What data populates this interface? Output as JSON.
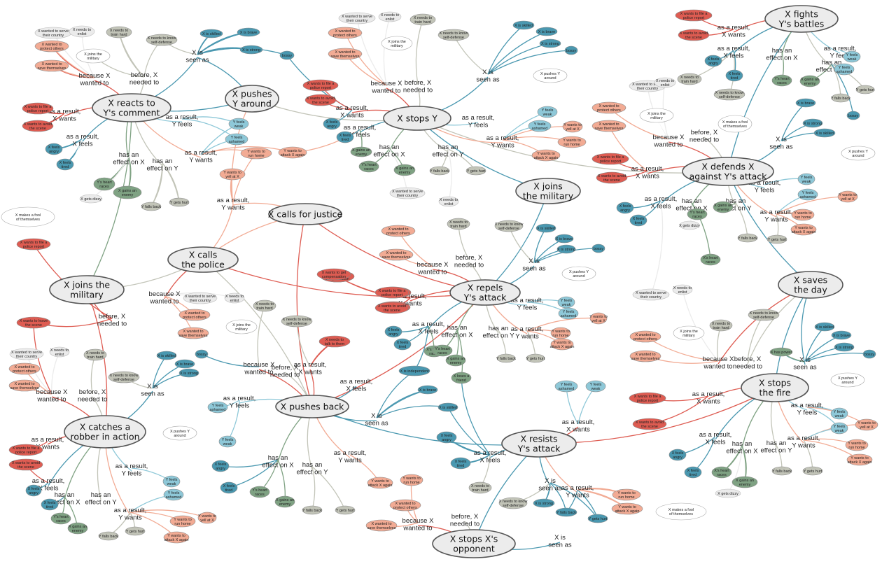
{
  "colors": {
    "blue": "#8ec8d8",
    "teal": "#4a98b0",
    "green": "#7fa283",
    "red": "#de5c52",
    "salmon": "#f2ab94",
    "gray": "#c2c4b8",
    "lightgray": "#ebebeb",
    "white": "#ffffff",
    "hub": "#ececec"
  },
  "hubs": [
    {
      "id": "h_reacts",
      "lines": [
        "X reacts to",
        "Y's comment"
      ]
    },
    {
      "id": "h_pushes_around",
      "lines": [
        "X pushes",
        "Y around"
      ]
    },
    {
      "id": "h_stops_y",
      "lines": [
        "X stops Y"
      ]
    },
    {
      "id": "h_fights",
      "lines": [
        "X fights",
        "Y's battles"
      ]
    },
    {
      "id": "h_defends",
      "lines": [
        "X defends X",
        "against Y's attack"
      ]
    },
    {
      "id": "h_joins_military",
      "lines": [
        "X joins",
        "the military"
      ]
    },
    {
      "id": "h_calls_justice",
      "lines": [
        "X calls for justice"
      ]
    },
    {
      "id": "h_calls_police",
      "lines": [
        "X calls",
        "the police"
      ]
    },
    {
      "id": "h_joins_military2",
      "lines": [
        "X joins the",
        "military"
      ]
    },
    {
      "id": "h_repels",
      "lines": [
        "X repels",
        "Y's attack"
      ]
    },
    {
      "id": "h_saves",
      "lines": [
        "X saves",
        "the day"
      ]
    },
    {
      "id": "h_pushes_back",
      "lines": [
        "X pushes back"
      ]
    },
    {
      "id": "h_catches",
      "lines": [
        "X catches a",
        "robber in action"
      ]
    },
    {
      "id": "h_resists",
      "lines": [
        "X resists",
        "Y's attack"
      ]
    },
    {
      "id": "h_stops_fire",
      "lines": [
        "X stops",
        "the fire"
      ]
    },
    {
      "id": "h_stops_opponent",
      "lines": [
        "X stops X's",
        "opponent"
      ]
    }
  ],
  "relations": [
    {
      "id": "r_reacts_wanted",
      "lines": [
        "because X",
        "wanted to"
      ]
    },
    {
      "id": "r_reacts_needed",
      "lines": [
        "before, X",
        "needed to"
      ]
    },
    {
      "id": "r_reacts_seen",
      "lines": [
        "X is",
        "seen as"
      ]
    },
    {
      "id": "r_reacts_xwants",
      "lines": [
        "as a result,",
        "X wants"
      ]
    },
    {
      "id": "r_reacts_xfeels",
      "lines": [
        "as a result,",
        "X feels"
      ]
    },
    {
      "id": "r_reacts_effx",
      "lines": [
        "has an",
        "effect on X"
      ]
    },
    {
      "id": "r_reacts_effy",
      "lines": [
        "has an",
        "effect on Y"
      ]
    },
    {
      "id": "r_reacts_yfeels",
      "lines": [
        "as a result,",
        "Y feels"
      ]
    },
    {
      "id": "r_reacts_ywants",
      "lines": [
        "as a result,",
        "Y wants"
      ]
    },
    {
      "id": "r_stopsy_wanted",
      "lines": [
        "because X",
        "wanted to"
      ]
    },
    {
      "id": "r_stopsy_needed",
      "lines": [
        "before, X",
        "needed to"
      ]
    },
    {
      "id": "r_stopsy_seen",
      "lines": [
        "X is",
        "seen as"
      ]
    },
    {
      "id": "r_stopsy_xwants",
      "lines": [
        "as a result,",
        "X wants"
      ]
    },
    {
      "id": "r_stopsy_xfeels",
      "lines": [
        "as a result,",
        "X feels"
      ]
    },
    {
      "id": "r_stopsy_effx",
      "lines": [
        "has an",
        "effect on X"
      ]
    },
    {
      "id": "r_stopsy_effy",
      "lines": [
        "has an",
        "effect on Y"
      ]
    },
    {
      "id": "r_stopsy_yfeels",
      "lines": [
        "as a result,",
        "Y feels"
      ]
    },
    {
      "id": "r_stopsy_ywants",
      "lines": [
        "as a result,",
        "Y wants"
      ]
    },
    {
      "id": "r_fights_xwants",
      "lines": [
        "as a result,",
        "X wants"
      ]
    },
    {
      "id": "r_fights_xfeels",
      "lines": [
        "as a result,",
        "X feels"
      ]
    },
    {
      "id": "r_fights_effx",
      "lines": [
        "has an",
        "effect on X"
      ]
    },
    {
      "id": "r_fights_effy",
      "lines": [
        "has an",
        "effect on Y"
      ]
    },
    {
      "id": "r_fights_yfeels",
      "lines": [
        "as a result,",
        "Y feels"
      ]
    },
    {
      "id": "r_defends_wanted",
      "lines": [
        "because X",
        "wanted to"
      ]
    },
    {
      "id": "r_defends_needed",
      "lines": [
        "before, X",
        "needed to"
      ]
    },
    {
      "id": "r_defends_seen",
      "lines": [
        "X is",
        "seen as"
      ]
    },
    {
      "id": "r_defends_xwants",
      "lines": [
        "as a result,",
        "X wants"
      ]
    },
    {
      "id": "r_defends_xfeels",
      "lines": [
        "as a result,",
        "X feels"
      ]
    },
    {
      "id": "r_defends_effx",
      "lines": [
        "has an",
        "effect on X"
      ]
    },
    {
      "id": "r_defends_effy",
      "lines": [
        "has an",
        "effect on Y"
      ]
    },
    {
      "id": "r_defends_yfeels",
      "lines": [
        "as a result,",
        "Y feels"
      ]
    },
    {
      "id": "r_defends_ywants",
      "lines": [
        "as a result,",
        "Y wants"
      ]
    },
    {
      "id": "r_justice_ywants",
      "lines": [
        "as a result,",
        "Y wants"
      ]
    },
    {
      "id": "r_police_wanted",
      "lines": [
        "because X",
        "wanted to"
      ]
    },
    {
      "id": "r_military2_needed",
      "lines": [
        "before, X",
        "needed to"
      ]
    },
    {
      "id": "r_repels_wanted",
      "lines": [
        "because X",
        "wanted to"
      ]
    },
    {
      "id": "r_repels_needed",
      "lines": [
        "before, X",
        "needed to"
      ]
    },
    {
      "id": "r_repels_seen",
      "lines": [
        "X is",
        "seen as"
      ]
    },
    {
      "id": "r_repels_xwants",
      "lines": [
        "as a result,",
        "X wants"
      ]
    },
    {
      "id": "r_repels_xfeels",
      "lines": [
        "as a result,",
        "X feels"
      ]
    },
    {
      "id": "r_repels_effx",
      "lines": [
        "has an",
        "effect on X"
      ]
    },
    {
      "id": "r_repels_effy",
      "lines": [
        "has an",
        "effect on Y"
      ]
    },
    {
      "id": "r_repels_yfeels",
      "lines": [
        "as a result,",
        "Y feels"
      ]
    },
    {
      "id": "r_repels_ywants",
      "lines": [
        "as a result,",
        "Y wants"
      ]
    },
    {
      "id": "r_pushback_wanted",
      "lines": [
        "because X",
        "wanted to"
      ]
    },
    {
      "id": "r_pushback_needed",
      "lines": [
        "before, X",
        "needed to"
      ]
    },
    {
      "id": "r_pushback_xwants",
      "lines": [
        "as a result,",
        "X wants"
      ]
    },
    {
      "id": "r_pushback_xfeels",
      "lines": [
        "as a result,",
        "X feels"
      ]
    },
    {
      "id": "r_pushback_yfeels",
      "lines": [
        "as a result,",
        "Y feels"
      ]
    },
    {
      "id": "r_pushback_seen",
      "lines": [
        "X is",
        "seen as"
      ]
    },
    {
      "id": "r_pushback_effx",
      "lines": [
        "has an",
        "effect on X"
      ]
    },
    {
      "id": "r_pushback_effy",
      "lines": [
        "has an",
        "effect on Y"
      ]
    },
    {
      "id": "r_pushback_ywants",
      "lines": [
        "as a result,",
        "Y wants"
      ]
    },
    {
      "id": "r_catches_wanted",
      "lines": [
        "because X",
        "wanted to"
      ]
    },
    {
      "id": "r_catches_needed",
      "lines": [
        "before, X",
        "needed to"
      ]
    },
    {
      "id": "r_catches_seen",
      "lines": [
        "X is",
        "seen as"
      ]
    },
    {
      "id": "r_catches_xwants",
      "lines": [
        "as a result,",
        "X wants"
      ]
    },
    {
      "id": "r_catches_xfeels",
      "lines": [
        "as a result,",
        "X feels"
      ]
    },
    {
      "id": "r_catches_effx",
      "lines": [
        "has an",
        "effect on X"
      ]
    },
    {
      "id": "r_catches_effy",
      "lines": [
        "has an",
        "effect on Y"
      ]
    },
    {
      "id": "r_catches_yfeels",
      "lines": [
        "as a result,",
        "Y feels"
      ]
    },
    {
      "id": "r_catches_ywants",
      "lines": [
        "as a result,",
        "Y wants"
      ]
    },
    {
      "id": "r_resists_xwants",
      "lines": [
        "as a result,",
        "X wants"
      ]
    },
    {
      "id": "r_resists_xfeels",
      "lines": [
        "as a result,",
        "X feels"
      ]
    },
    {
      "id": "r_resists_seen",
      "lines": [
        "X is",
        "seen as"
      ]
    },
    {
      "id": "r_resists_ywants",
      "lines": [
        "as a result,",
        "Y wants"
      ]
    },
    {
      "id": "r_opp_wanted",
      "lines": [
        "because X",
        "wanted to"
      ]
    },
    {
      "id": "r_opp_needed",
      "lines": [
        "before, X",
        "needed to"
      ]
    },
    {
      "id": "r_opp_seen",
      "lines": [
        "X is",
        "seen as"
      ]
    },
    {
      "id": "r_saves_wanted",
      "lines": [
        "because X",
        "wanted to"
      ]
    },
    {
      "id": "r_saves_needed",
      "lines": [
        "before, X",
        "needed to"
      ]
    },
    {
      "id": "r_saves_seen",
      "lines": [
        "X is",
        "seen as"
      ]
    },
    {
      "id": "r_fire_xwants",
      "lines": [
        "as a result,",
        "X wants"
      ]
    },
    {
      "id": "r_fire_xfeels",
      "lines": [
        "as a result,",
        "X feels"
      ]
    },
    {
      "id": "r_fire_effx",
      "lines": [
        "has an",
        "effect on X"
      ]
    },
    {
      "id": "r_fire_effy",
      "lines": [
        "has an",
        "effect on Y"
      ]
    },
    {
      "id": "r_fire_yfeels",
      "lines": [
        "as a result,",
        "Y feels"
      ]
    },
    {
      "id": "r_fire_ywants",
      "lines": [
        "as a result,",
        "Y wants"
      ]
    }
  ],
  "leaves": [
    {
      "id": "l1",
      "color": "lightgray",
      "lines": [
        "X wanted to serve",
        "their country"
      ]
    },
    {
      "id": "l2",
      "color": "lightgray",
      "lines": [
        "X needs to",
        "enlist"
      ]
    },
    {
      "id": "l3",
      "color": "gray",
      "lines": [
        "X needs to",
        "train hard"
      ]
    },
    {
      "id": "l4",
      "color": "gray",
      "lines": [
        "X needs to know",
        "self-defense"
      ]
    },
    {
      "id": "l5",
      "color": "white",
      "lines": [
        "X joins the",
        "military"
      ]
    },
    {
      "id": "l6",
      "color": "salmon",
      "lines": [
        "X wanted to",
        "protect others"
      ]
    },
    {
      "id": "l7",
      "color": "salmon",
      "lines": [
        "X wanted to",
        "save themselves"
      ]
    },
    {
      "id": "l8",
      "color": "teal",
      "lines": [
        "X is skilled"
      ]
    },
    {
      "id": "l9",
      "color": "teal",
      "lines": [
        "X is brave"
      ]
    },
    {
      "id": "l10",
      "color": "teal",
      "lines": [
        "X is strong"
      ]
    },
    {
      "id": "l11",
      "color": "teal",
      "lines": [
        "bossy"
      ]
    },
    {
      "id": "l12",
      "color": "red",
      "lines": [
        "X wants to file a",
        "police report"
      ]
    },
    {
      "id": "l13",
      "color": "red",
      "lines": [
        "X wants to avoid",
        "the scene"
      ]
    },
    {
      "id": "l14",
      "color": "teal",
      "lines": [
        "X feels",
        "angry"
      ]
    },
    {
      "id": "l15",
      "color": "teal",
      "lines": [
        "X feels",
        "tired"
      ]
    },
    {
      "id": "l16",
      "color": "green",
      "lines": [
        "Y's heart",
        "races"
      ]
    },
    {
      "id": "l17",
      "color": "green",
      "lines": [
        "X gains an",
        "enemy"
      ]
    },
    {
      "id": "l18",
      "color": "lightgray",
      "lines": [
        "X gets dizzy"
      ]
    },
    {
      "id": "l19",
      "color": "white",
      "lines": [
        "X makes a fool",
        "of themselves"
      ]
    },
    {
      "id": "l20",
      "color": "gray",
      "lines": [
        "Y falls back"
      ]
    },
    {
      "id": "l21",
      "color": "gray",
      "lines": [
        "Y gets hurt"
      ]
    },
    {
      "id": "l22",
      "color": "blue",
      "lines": [
        "Y feels",
        "weak"
      ]
    },
    {
      "id": "l23",
      "color": "blue",
      "lines": [
        "Y feels",
        "ashamed"
      ]
    },
    {
      "id": "l24",
      "color": "salmon",
      "lines": [
        "Y wants to",
        "run home"
      ]
    },
    {
      "id": "l25",
      "color": "salmon",
      "lines": [
        "Y wants to",
        "attack X again"
      ]
    },
    {
      "id": "l26",
      "color": "salmon",
      "lines": [
        "Y wants to",
        "yell at X"
      ]
    },
    {
      "id": "l27",
      "color": "white",
      "lines": [
        "X pushes Y",
        "around"
      ]
    },
    {
      "id": "l28",
      "color": "red",
      "lines": [
        "X wants to leave",
        "the scene"
      ]
    },
    {
      "id": "l29",
      "color": "red",
      "lines": [
        "X wants to file a",
        "police report"
      ]
    },
    {
      "id": "l30",
      "color": "red",
      "lines": [
        "X wants to avoid",
        "the scene"
      ]
    },
    {
      "id": "l31",
      "color": "red",
      "lines": [
        "X wants to get",
        "compensation"
      ]
    },
    {
      "id": "l32",
      "color": "red",
      "lines": [
        "X needs to",
        "talk to them"
      ]
    },
    {
      "id": "l33",
      "color": "teal",
      "lines": [
        "X is independent"
      ]
    },
    {
      "id": "l34",
      "color": "teal",
      "lines": [
        "X is brave"
      ]
    },
    {
      "id": "l35",
      "color": "teal",
      "lines": [
        "X is skilled"
      ]
    },
    {
      "id": "l36",
      "color": "green",
      "lines": [
        "X loses a",
        "friend"
      ]
    },
    {
      "id": "l37",
      "color": "blue",
      "lines": [
        "Y feels",
        "ashamed"
      ]
    },
    {
      "id": "l38",
      "color": "blue",
      "lines": [
        "Y feels",
        "weak"
      ]
    },
    {
      "id": "l39",
      "color": "teal",
      "lines": [
        "X feels",
        "angry"
      ]
    },
    {
      "id": "l40",
      "color": "teal",
      "lines": [
        "X feels",
        "tired"
      ]
    },
    {
      "id": "l41",
      "color": "teal",
      "lines": [
        "X is strong"
      ]
    },
    {
      "id": "l42",
      "color": "teal",
      "lines": [
        "Y falls back"
      ]
    },
    {
      "id": "l43",
      "color": "teal",
      "lines": [
        "Y gets hurt"
      ]
    },
    {
      "id": "l44",
      "color": "salmon",
      "lines": [
        "Y wants to",
        "run home"
      ]
    },
    {
      "id": "l45",
      "color": "salmon",
      "lines": [
        "Y wants to",
        "attack X again"
      ]
    },
    {
      "id": "l46",
      "color": "green",
      "lines": [
        "X's heart",
        "races"
      ]
    },
    {
      "id": "l47",
      "color": "green",
      "lines": [
        "X has power"
      ]
    },
    {
      "id": "l48",
      "color": "lightgray",
      "lines": [
        "X gets dizzy"
      ]
    },
    {
      "id": "l49",
      "color": "blue",
      "lines": [
        "Y feels",
        "weak"
      ]
    },
    {
      "id": "l50",
      "color": "salmon",
      "lines": [
        "Y wants to",
        "yell at X"
      ]
    },
    {
      "id": "l51",
      "color": "green",
      "lines": [
        "X gains an",
        "enemy"
      ]
    },
    {
      "id": "l52",
      "color": "green",
      "lines": [
        "X's heart",
        "races"
      ]
    },
    {
      "id": "l53",
      "color": "blue",
      "lines": [
        "Y feels",
        "weak"
      ]
    }
  ]
}
